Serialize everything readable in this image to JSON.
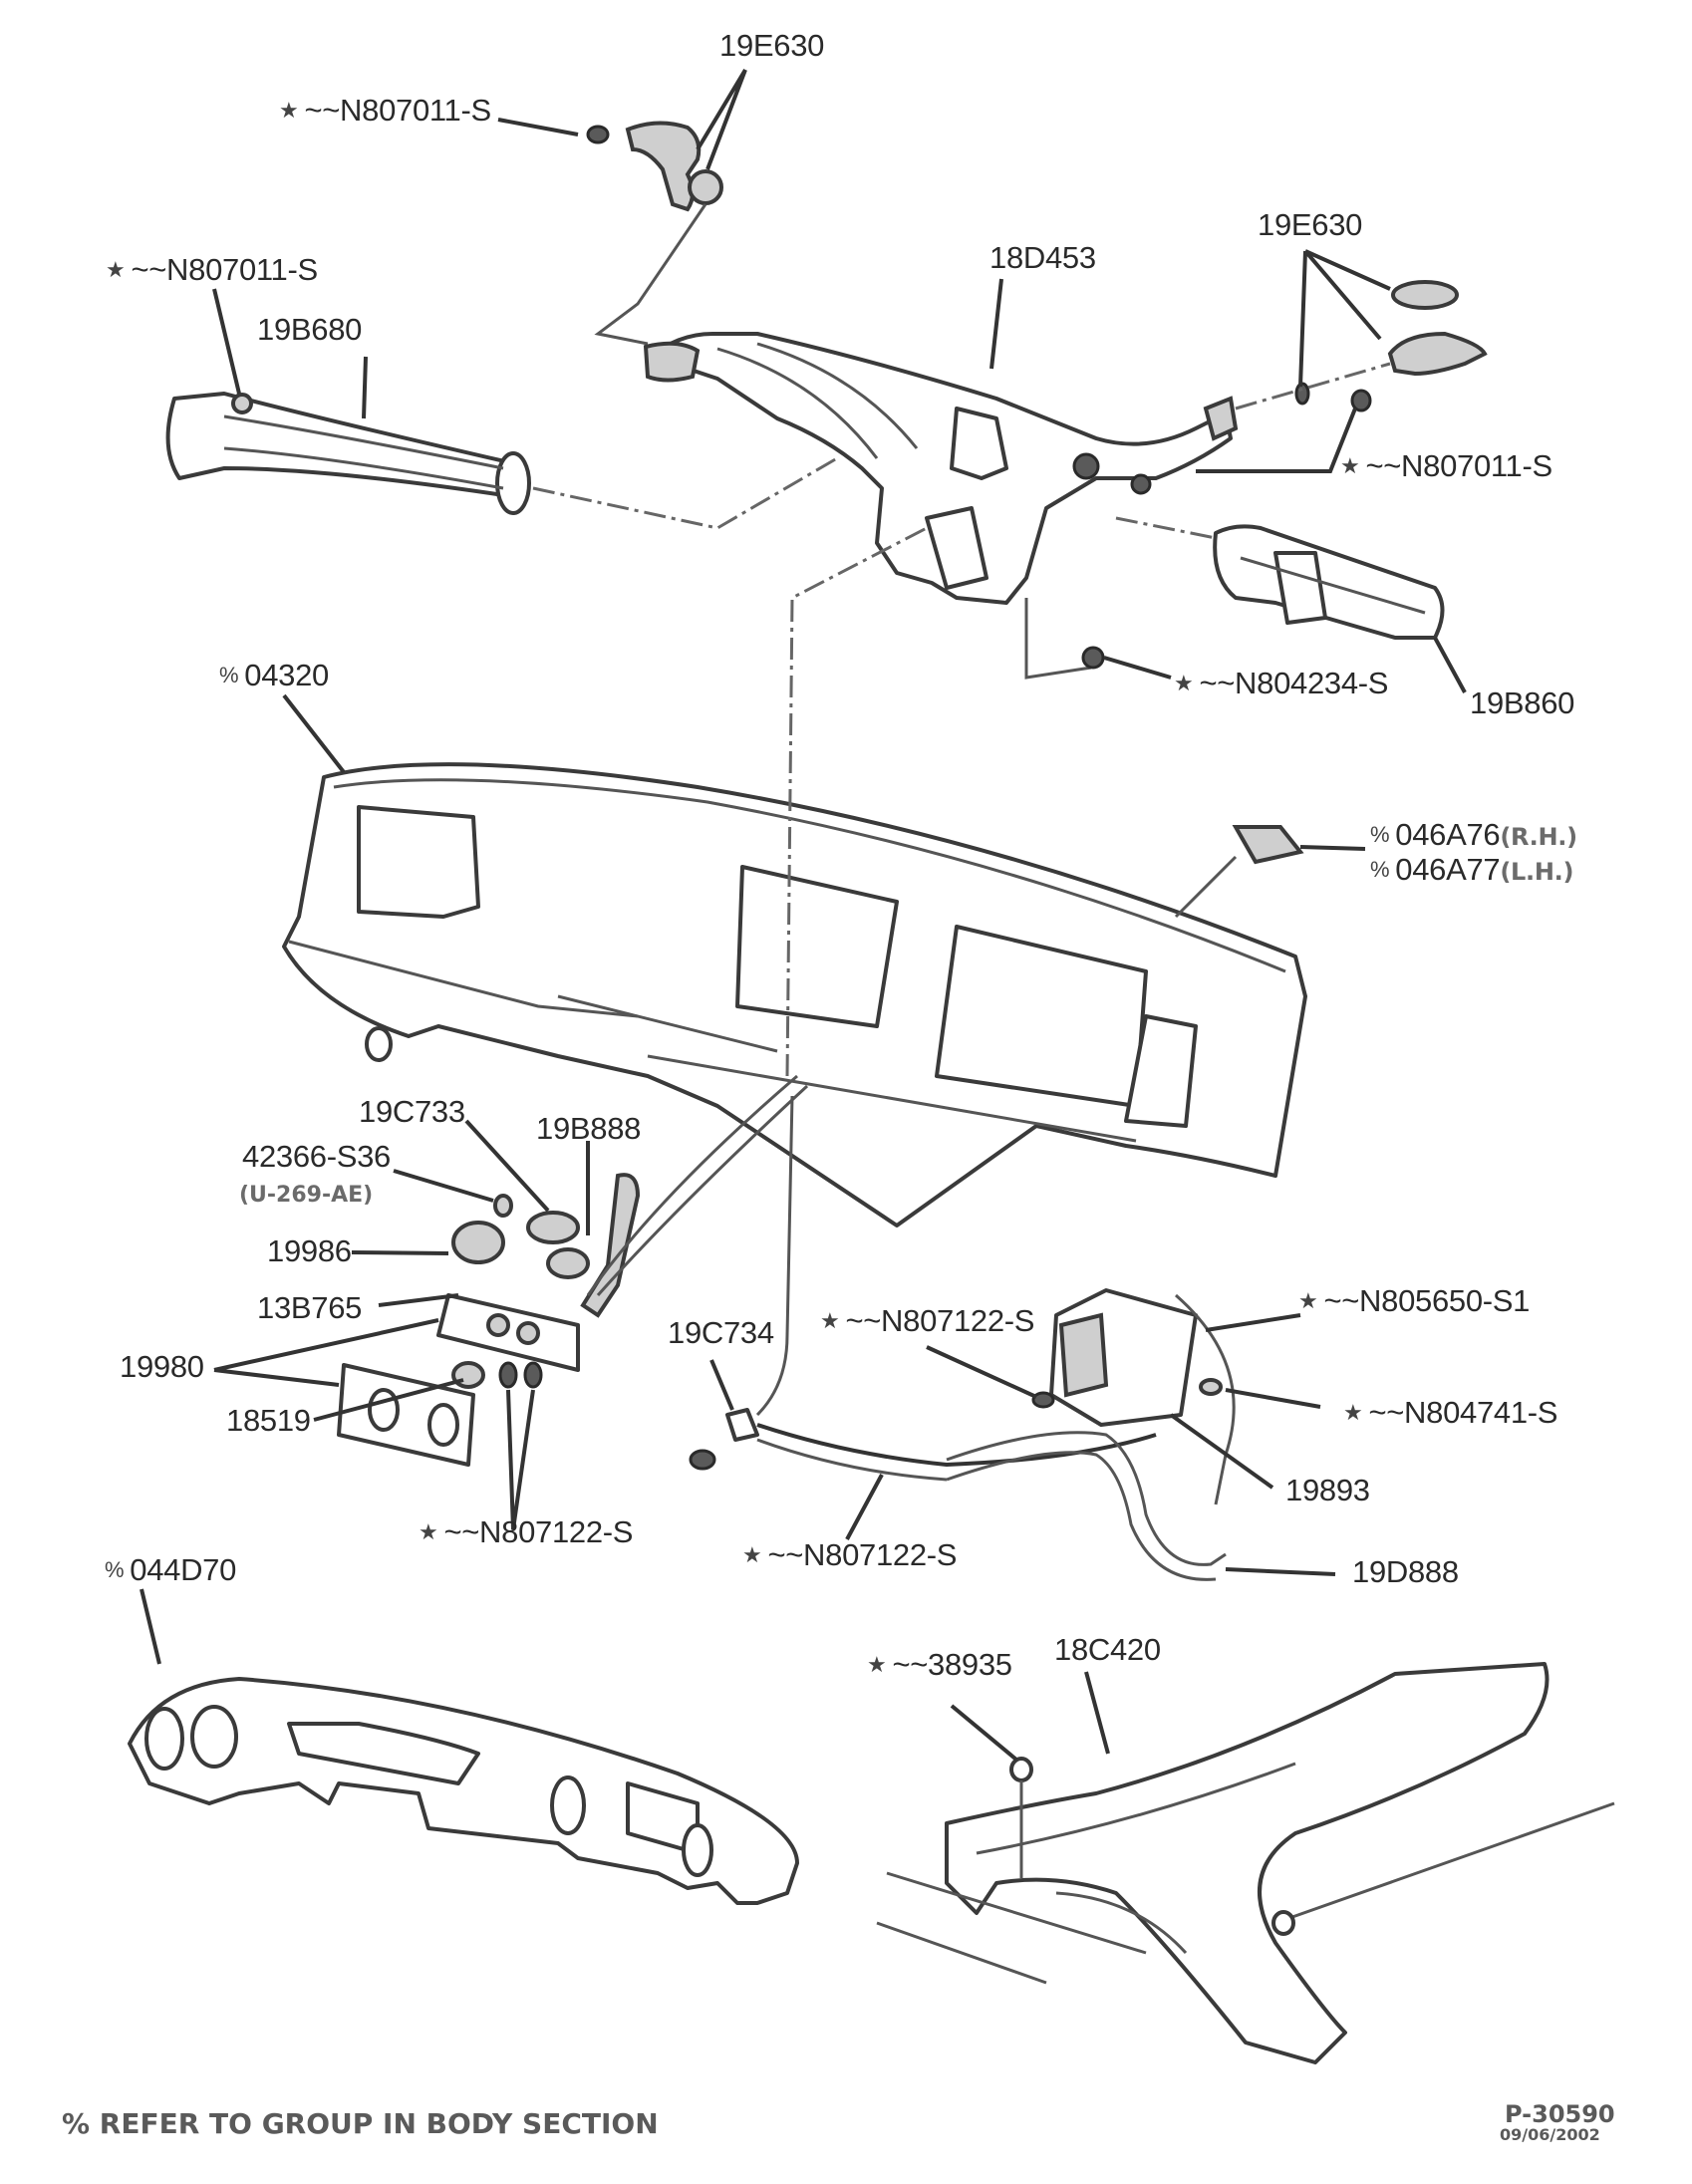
{
  "diagram": {
    "title": "Instrument panel / heater-A/C duct exploded view",
    "figure_id": "P-30590",
    "figure_date": "09/06/2002",
    "footnote": "% REFER TO GROUP IN BODY SECTION",
    "symbols": {
      "star": "★",
      "percent": "%"
    },
    "labels": [
      {
        "id": "19E630-top",
        "text": "19E630",
        "prefix": ""
      },
      {
        "id": "N807011-S-top",
        "text": "~~N807011-S",
        "prefix": "★"
      },
      {
        "id": "N807011-S-left",
        "text": "~~N807011-S",
        "prefix": "★"
      },
      {
        "id": "19B680",
        "text": "19B680",
        "prefix": ""
      },
      {
        "id": "18D453",
        "text": "18D453",
        "prefix": ""
      },
      {
        "id": "19E630-right",
        "text": "19E630",
        "prefix": ""
      },
      {
        "id": "N807011-S-right",
        "text": "~~N807011-S",
        "prefix": "★"
      },
      {
        "id": "04320",
        "text": "04320",
        "prefix": "%"
      },
      {
        "id": "N804234-S",
        "text": "~~N804234-S",
        "prefix": "★"
      },
      {
        "id": "19B860",
        "text": "19B860",
        "prefix": ""
      },
      {
        "id": "046A76",
        "text": "046A76",
        "prefix": "%",
        "suffix": "(R.H.)"
      },
      {
        "id": "046A77",
        "text": "046A77",
        "prefix": "%",
        "suffix": "(L.H.)"
      },
      {
        "id": "19C733",
        "text": "19C733",
        "prefix": ""
      },
      {
        "id": "19B888",
        "text": "19B888",
        "prefix": ""
      },
      {
        "id": "42366-S36",
        "text": "42366-S36",
        "prefix": "",
        "suffix": "(U-269-AE)"
      },
      {
        "id": "19986",
        "text": "19986",
        "prefix": ""
      },
      {
        "id": "13B765",
        "text": "13B765",
        "prefix": ""
      },
      {
        "id": "19980",
        "text": "19980",
        "prefix": ""
      },
      {
        "id": "18519",
        "text": "18519",
        "prefix": ""
      },
      {
        "id": "N807122-S-left",
        "text": "~~N807122-S",
        "prefix": "★"
      },
      {
        "id": "19C734",
        "text": "19C734",
        "prefix": ""
      },
      {
        "id": "N807122-S-center",
        "text": "~~N807122-S",
        "prefix": "★"
      },
      {
        "id": "N805650-S1",
        "text": "~~N805650-S1",
        "prefix": "★"
      },
      {
        "id": "N804741-S",
        "text": "~~N804741-S",
        "prefix": "★"
      },
      {
        "id": "19893",
        "text": "19893",
        "prefix": ""
      },
      {
        "id": "N807122-S-bottom",
        "text": "~~N807122-S",
        "prefix": "★"
      },
      {
        "id": "19D888",
        "text": "19D888",
        "prefix": ""
      },
      {
        "id": "044D70",
        "text": "044D70",
        "prefix": "%"
      },
      {
        "id": "38935",
        "text": "~~38935",
        "prefix": "★"
      },
      {
        "id": "18C420",
        "text": "18C420",
        "prefix": ""
      }
    ]
  }
}
